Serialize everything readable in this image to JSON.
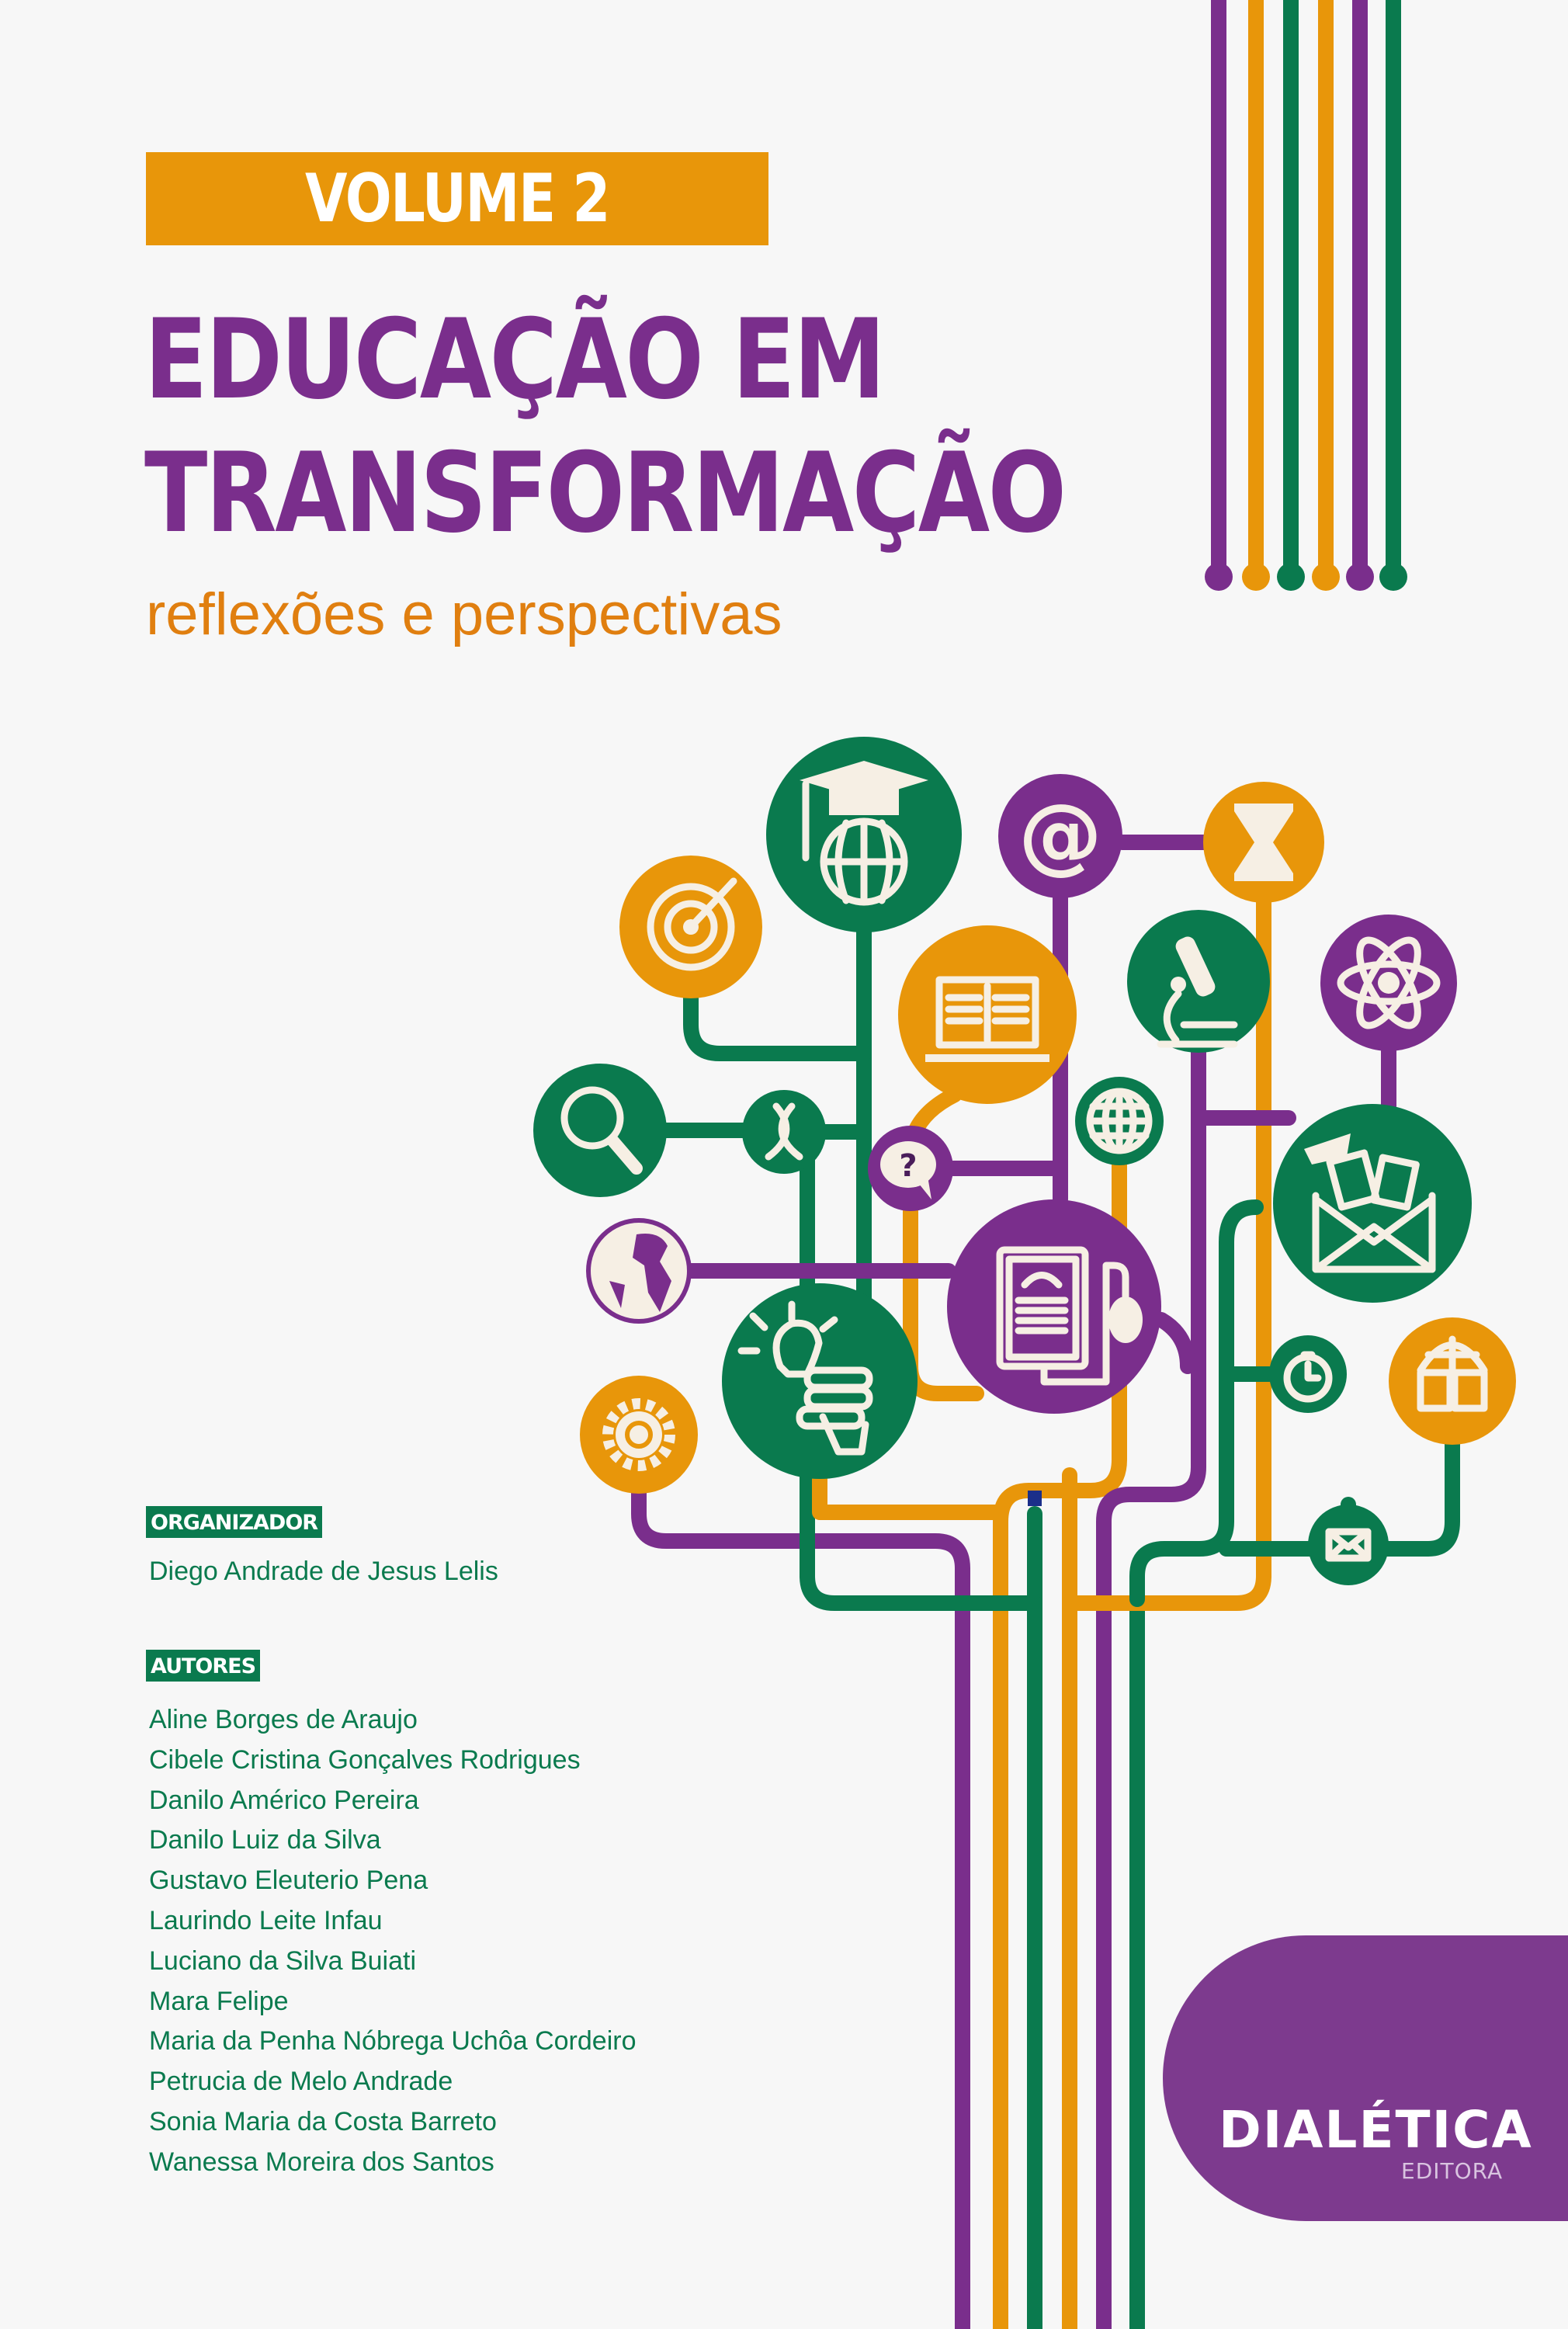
{
  "cover": {
    "volume_label": "VOLUME 2",
    "title_line1": "EDUCAÇÃO EM",
    "title_line2": "TRANSFORMAÇÃO",
    "subtitle": "reflexões e perspectivas"
  },
  "organizer": {
    "label": "ORGANIZADOR",
    "name": "Diego Andrade de Jesus Lelis"
  },
  "authors": {
    "label": "AUTORES",
    "names": [
      "Aline Borges de Araujo",
      "Cibele Cristina Gonçalves Rodrigues",
      "Danilo Américo Pereira",
      "Danilo Luiz da Silva",
      "Gustavo Eleuterio Pena",
      "Laurindo Leite Infau",
      "Luciano da Silva Buiati",
      "Mara Felipe",
      "Maria da Penha Nóbrega Uchôa Cordeiro",
      "Petrucia de Melo Andrade",
      "Sonia Maria da Costa Barreto",
      "Wanessa Moreira dos Santos"
    ]
  },
  "publisher": {
    "name": "DIALÉTICA",
    "subname": "EDITORA",
    "icon": "open-book-dd-logo-icon"
  },
  "colors": {
    "purple": "#7A2E8C",
    "orange": "#E8960A",
    "green": "#0A7A4E",
    "background": "#F7F7F7",
    "badge": "#7D3A8E"
  },
  "illustration": {
    "icons": [
      "graduation-globe-icon",
      "target-icon",
      "at-sign-icon",
      "hourglass-icon",
      "laptop-book-icon",
      "microscope-icon",
      "atom-icon",
      "magnifier-icon",
      "dna-icon",
      "question-bubble-icon",
      "globe-icon",
      "envelope-documents-icon",
      "earth-icon",
      "tablet-mouse-icon",
      "lightbulb-books-icon",
      "gear-icon",
      "stopwatch-icon",
      "globe-book-icon",
      "mail-icon"
    ]
  }
}
